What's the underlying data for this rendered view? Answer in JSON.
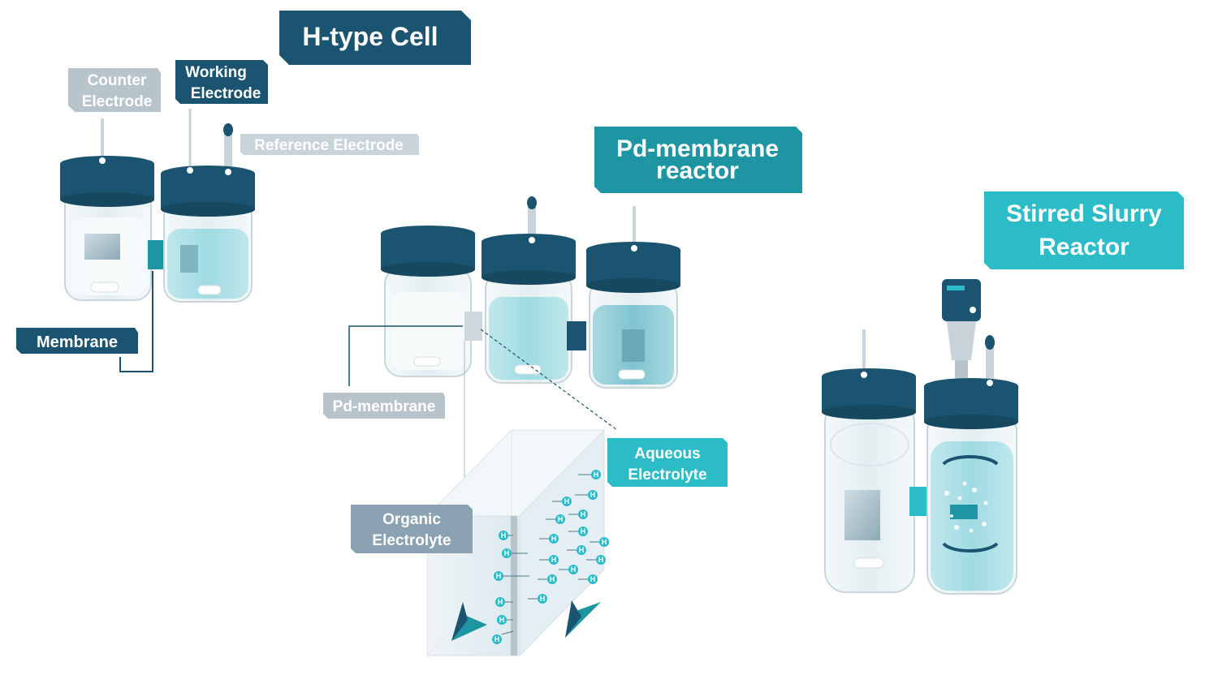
{
  "titles": {
    "h_type_cell": "H-type Cell",
    "pd_membrane_reactor_line1": "Pd-membrane",
    "pd_membrane_reactor_line2": "reactor",
    "stirred_slurry_line1": "Stirred Slurry",
    "stirred_slurry_line2": "Reactor"
  },
  "labels": {
    "counter_electrode_line1": "Counter",
    "counter_electrode_line2": "Electrode",
    "working_electrode_line1": "Working",
    "working_electrode_line2": "Electrode",
    "reference_electrode": "Reference Electrode",
    "membrane": "Membrane",
    "pd_membrane": "Pd-membrane",
    "aqueous_electrolyte_line1": "Aqueous",
    "aqueous_electrolyte_line2": "Electrolyte",
    "organic_electrolyte_line1": "Organic",
    "organic_electrolyte_line2": "Electrolyte",
    "hydrogen_atom": "H"
  },
  "colors": {
    "dark_navy": "#1b5470",
    "teal": "#1e95a3",
    "light_teal": "#2bbcc8",
    "gray_label": "#b8c4cc",
    "slate_label": "#8aa2b2",
    "liquid": "#bfe6ec",
    "glass": "#eef6f8"
  }
}
